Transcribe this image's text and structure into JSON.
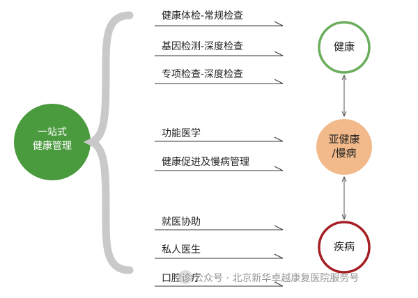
{
  "main_node": {
    "label": "一站式\n健康管理",
    "color": "#4a9a3e"
  },
  "items": [
    {
      "label": "健康体检-常规检查"
    },
    {
      "label": "基因检测-深度检查"
    },
    {
      "label": "专项检查-深度检查"
    },
    {
      "label": "功能医学"
    },
    {
      "label": "健康促进及慢病管理"
    },
    {
      "label": "就医协助"
    },
    {
      "label": "私人医生"
    },
    {
      "label": "口腔诊疗"
    }
  ],
  "status_nodes": [
    {
      "label": "健康",
      "style": "ring",
      "color": "#6aad5c"
    },
    {
      "label": "亚健康\n/慢病",
      "style": "fill",
      "color": "#f2b98a"
    },
    {
      "label": "疾病",
      "style": "ring",
      "color": "#a51f24"
    }
  ],
  "watermark": "公众号 · 北京新华卓越康复医院服务号"
}
